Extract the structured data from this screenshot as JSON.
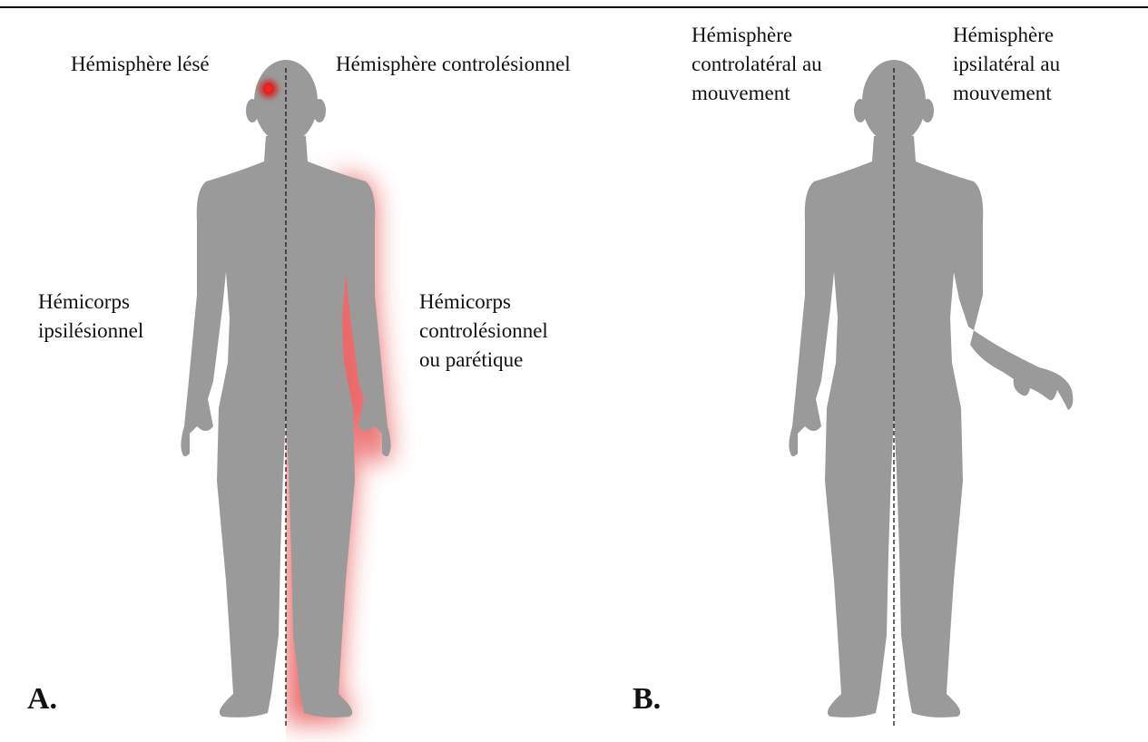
{
  "panels": [
    {
      "letter": "A.",
      "labels": {
        "left_hemisphere": "Hémisphère lésé",
        "right_hemisphere": "Hémisphère controlésionnel",
        "left_body_line1": "Hémicorps",
        "left_body_line2": "ipsilésionnel",
        "right_body_line1": "Hémicorps",
        "right_body_line2": "controlésionnel",
        "right_body_line3": "ou parétique"
      },
      "lesion_color": "#e01010",
      "affected_side_glow_color": "#e85050"
    },
    {
      "letter": "B.",
      "labels": {
        "left_hemisphere_line1": "Hémisphère",
        "left_hemisphere_line2": "controlatéral au",
        "left_hemisphere_line3": "mouvement",
        "right_hemisphere_line1": "Hémisphère",
        "right_hemisphere_line2": "ipsilatéral au",
        "right_hemisphere_line3": "mouvement"
      }
    }
  ],
  "colors": {
    "figure": "#9a9a9a",
    "midline": "#222222",
    "rule": "#000000"
  }
}
